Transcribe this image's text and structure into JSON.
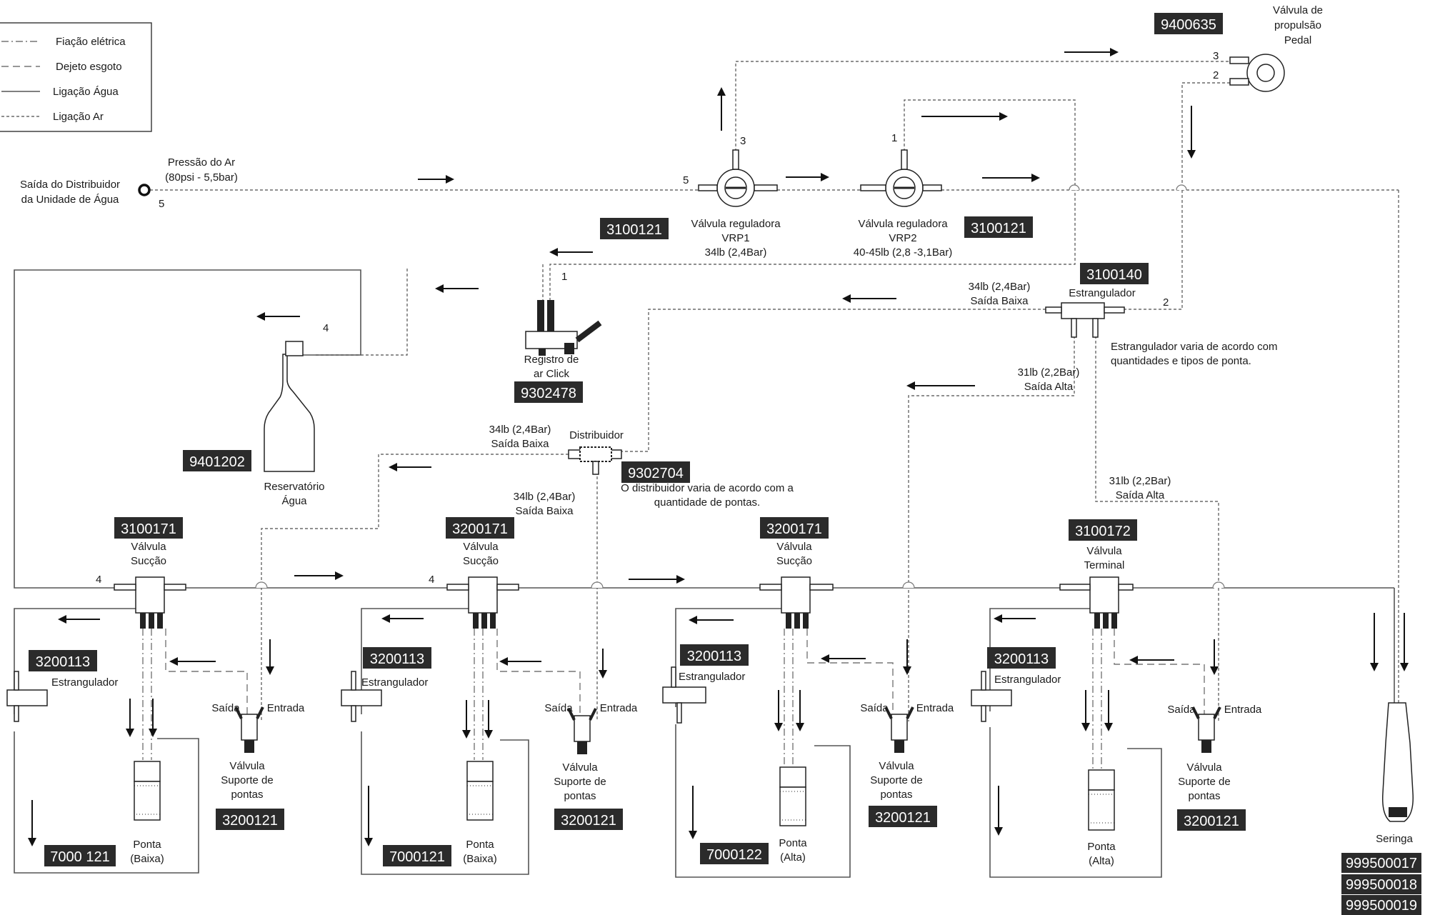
{
  "legend": {
    "eletrica": "Fiação elétrica",
    "esgoto": "Dejeto esgoto",
    "agua": "Ligação Água",
    "ar": "Ligação Ar"
  },
  "codes": {
    "pedal": "9400635",
    "vrp1": "3100121",
    "vrp2": "3100121",
    "estrang_top": "3100140",
    "registro": "9302478",
    "reservatorio": "9401202",
    "distribuidor": "9302704",
    "succ1": "3100171",
    "succ2": "3200171",
    "succ3": "3200171",
    "terminal": "3100172",
    "estr1": "3200113",
    "estr2": "3200113",
    "estr3": "3200113",
    "estr4": "3200113",
    "sup1": "3200121",
    "sup2": "3200121",
    "sup3": "3200121",
    "sup4": "3200121",
    "ponta1": "7000 121",
    "ponta2": "7000121",
    "ponta3": "7000122",
    "ser1": "999500017",
    "ser2": "999500018",
    "ser3": "999500019"
  },
  "labels": {
    "pedal_1": "Válvula de",
    "pedal_2": "propulsão",
    "pedal_3": "Pedal",
    "saida_dist_1": "Saída do Distribuidor",
    "saida_dist_2": "da Unidade de Água",
    "pressao_1": "Pressão do Ar",
    "pressao_2": "(80psi - 5,5bar)",
    "vrp1_1": "Válvula reguladora",
    "vrp1_2": "VRP1",
    "vrp1_3": "34lb (2,4Bar)",
    "vrp2_1": "Válvula reguladora",
    "vrp2_2": "VRP2",
    "vrp2_3": "40-45lb (2,8 -3,1Bar)",
    "estrangulador": "Estrangulador",
    "baixa_top_1": "34lb (2,4Bar)",
    "baixa_top_2": "Saída Baixa",
    "estr_note_1": "Estrangulador varia de acordo com",
    "estr_note_2": "quantidades e tipos de ponta.",
    "alta_1_1": "31lb (2,2Bar)",
    "alta_1_2": "Saída Alta",
    "alta_2_1": "31lb (2,2Bar)",
    "alta_2_2": "Saída Alta",
    "registro_1": "Registro de",
    "registro_2": "ar Click",
    "reservatorio_1": "Reservatório",
    "reservatorio_2": "Água",
    "distribuidor": "Distribuidor",
    "dist_baixa_1": "34lb (2,4Bar)",
    "dist_baixa_2": "Saída Baixa",
    "dist_baixa_b1": "34lb (2,4Bar)",
    "dist_baixa_b2": "Saída Baixa",
    "dist_note_1": "O distribuidor varia de acordo com a",
    "dist_note_2": "quantidade de pontas.",
    "valvula": "Válvula",
    "succao": "Sucção",
    "terminal": "Terminal",
    "saida": "Saída",
    "entrada": "Entrada",
    "suporte_1": "Válvula",
    "suporte_2": "Suporte de",
    "suporte_3": "pontas",
    "ponta": "Ponta",
    "baixa": "(Baixa)",
    "alta": "(Alta)",
    "seringa": "Seringa",
    "n1": "1",
    "n2": "2",
    "n3": "3",
    "n4": "4",
    "n5": "5"
  }
}
